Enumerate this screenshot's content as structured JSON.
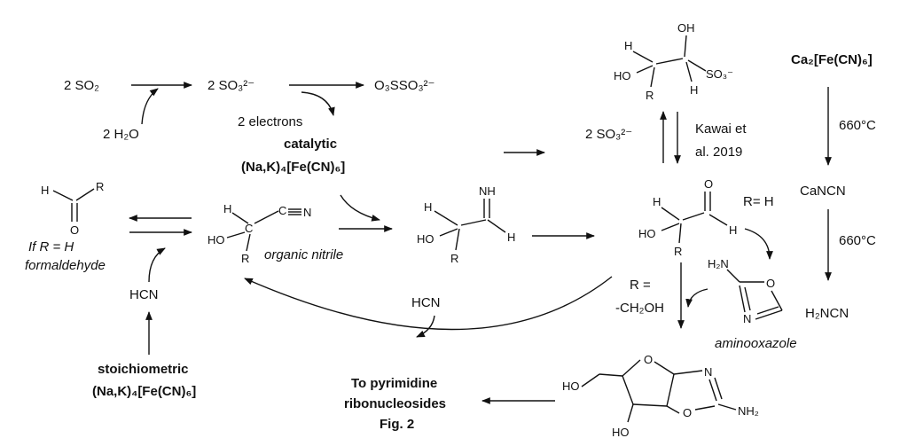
{
  "reagents": {
    "so2": "2 SO₂",
    "water": "2 H₂O",
    "sulfite": "2 SO₃²⁻",
    "thiosulfate": "O₃SSO₃²⁻",
    "electrons": "2 electrons",
    "catalytic_label": "catalytic",
    "catalytic_formula": "(Na,K)₄[Fe(CN)₆]",
    "sulfite_right": "2 SO₃²⁻",
    "hcn_left": "HCN",
    "hcn_mid": "HCN",
    "stoich_label": "stoichiometric",
    "stoich_formula": "(Na,K)₄[Fe(CN)₆]"
  },
  "labels": {
    "if_r_h": "If R = H",
    "formaldehyde": "formaldehyde",
    "organic_nitrile": "organic nitrile",
    "citation_line1": "Kawai et",
    "citation_line2": "al. 2019",
    "r_equals_h": "R= H",
    "r_equals": "R =",
    "ch2oh": "-CH₂OH",
    "aminooxazole": "aminooxazole",
    "to_pyrimidine": "To pyrimidine",
    "ribonucleosides": "ribonucleosides",
    "fig2": "Fig. 2"
  },
  "cyanamide_path": {
    "start": "Ca₂[Fe(CN)₆]",
    "temp1": "660°C",
    "intermediate": "CaNCN",
    "temp2": "660°C",
    "product": "H₂NCN"
  },
  "atoms": {
    "h": "H",
    "r": "R",
    "o": "O",
    "c": "C",
    "n": "N",
    "oh": "OH",
    "ho": "HO",
    "nh": "NH",
    "so3": "SO₃⁻",
    "h2n": "H₂N",
    "nh2": "NH₂"
  }
}
